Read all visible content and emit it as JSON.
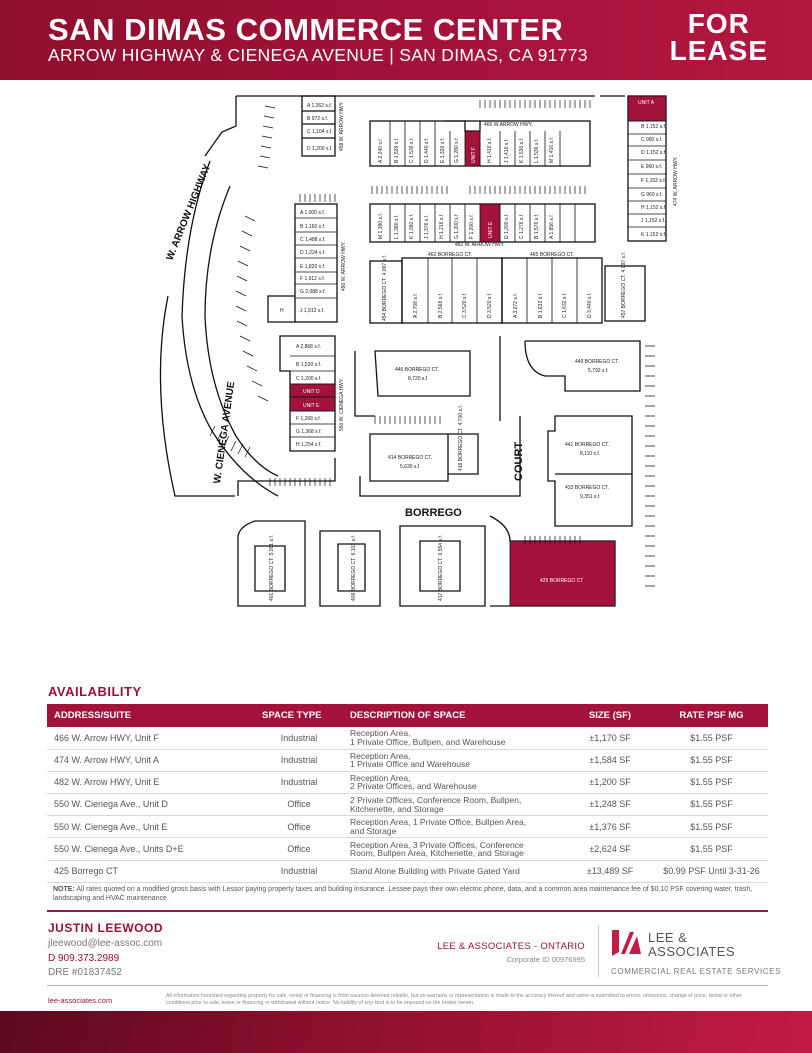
{
  "header": {
    "title": "SAN DIMAS COMMERCE CENTER",
    "subtitle": "ARROW HIGHWAY & CIENEGA AVENUE  | SAN DIMAS, CA 91773",
    "for_label": "FOR",
    "lease_label": "LEASE"
  },
  "siteplan": {
    "streets": {
      "arrow_highway": "W. ARROW HIGHWAY",
      "cienega_avenue": "W. CIENEGA AVENUE",
      "court": "COURT",
      "borrego": "BORREGO"
    },
    "highlight_color": "#a3123a",
    "bldg_466": "466 W.ARROW HWY.",
    "bldg_482": "482 W. ARROW HWY.",
    "bldg_462": "462 BORREGO CT.",
    "bldg_465": "465 BORREGO CT.",
    "bldg_474": "474 W. ARROW HWY.",
    "bldg_458": "458 W. ARROW HWY.",
    "bldg_490": "490 W. ARROW HWY.",
    "bldg_550": "550 W. CIENEGA HWY.",
    "bldg_454": "454 BORREGO CT. 4,097 s.f.",
    "bldg_457": "457 BORREGO CT. 4,097 s.f.",
    "bldg_446": "446 BORREGO CT.",
    "bldg_446_sf": "8,720 s.f.",
    "bldg_449": "449 BORREGO CT.",
    "bldg_449_sf": "5,792 s.f.",
    "bldg_441": "441 BORREGO CT.",
    "bldg_441_sf": "8,110 s.f.",
    "bldg_433": "433 BORREGO CT.",
    "bldg_433_sf": "9,351 s.f.",
    "bldg_414": "414 BORREGO CT.",
    "bldg_414_sf": "5,630 s.f.",
    "bldg_418": "418 BORREGO CT. 4,700 s.f.",
    "bldg_401": "401 BORREGO CT. 5,051 s.f.",
    "bldg_409": "409 BORREGO CT. 6,103 s.f.",
    "bldg_417": "417 BORREGO CT. 6,554 s.f.",
    "bldg_425": "425 BORREGO CT",
    "unit_a": "UNIT A",
    "unit_f": "UNIT F",
    "unit_e": "UNIT E",
    "unit_d": "UNIT D",
    "unit_e2": "UNIT E",
    "b458": [
      "A 1,262 s.f.",
      "B 972 s.f.",
      "C 1,104 s.f.",
      "D 1,200 s.f."
    ],
    "b490": [
      "A 1,000 s.f.",
      "B 1,160 s.f.",
      "C 1,488 s.f.",
      "D 1,224 s.f.",
      "E 1,820 s.f.",
      "F 1,912 s.f.",
      "G 2,088 s.f.",
      "H",
      "J 1,912 s.f."
    ],
    "b550": [
      "A 2,868 s.f.",
      "B 1,530 s.f.",
      "C 1,200 s.f.",
      "F 1,268 s.f.",
      "G 1,368 s.f.",
      "H 1,254 s.f."
    ],
    "b474": [
      "B 1,152 s.f.",
      "C 960 s.f.",
      "D 1,152 s.f.",
      "E 960 s.f.",
      "F 1,152 s.f.",
      "G 960 s.f.",
      "H 1,152 s.f.",
      "J 1,152 s.f.",
      "K 1,152 s.f."
    ],
    "b466": [
      "A 2,240 s.f.",
      "B 1,536 s.f.",
      "C 1,536 s.f.",
      "D 1,440 s.f.",
      "E 1,336 s.f.",
      "G 1,280 s.f.",
      "H 1,416 s.f.",
      "J 1,416 s.f.",
      "K 1,536 s.f.",
      "L 1,536 s.f.",
      "M 1,416 s.f."
    ],
    "b482": [
      "M 1,380 s.f.",
      "L 1,380 s.f.",
      "K 1,380 s.f.",
      "J 1,376 s.f.",
      "H 1,216 s.f.",
      "G 1,200 s.f.",
      "F 1,200 s.f.",
      "D 1,200 s.f.",
      "C 1,276 s.f.",
      "B 1,576 s.f.",
      "A 1,856 s.f."
    ],
    "b462": [
      "A 2,708 s.f.",
      "B 2,568 s.f.",
      "C 3,520 s.f.",
      "D 3,520 s.f."
    ],
    "b465": [
      "A 3,272 s.f.",
      "B 1,632 s.f.",
      "C 1,632 s.f.",
      "D 3,440 s.f."
    ]
  },
  "availability": {
    "title": "AVAILABILITY",
    "columns": [
      "ADDRESS/SUITE",
      "SPACE TYPE",
      "DESCRIPTION OF SPACE",
      "SIZE (SF)",
      "RATE PSF MG"
    ],
    "rows": [
      {
        "address": "466 W. Arrow HWY, Unit F",
        "type": "Industrial",
        "desc1": "Reception Area,",
        "desc2": "1 Private Office, Bullpen, and Warehouse",
        "size": "±1,170 SF",
        "rate": "$1.55 PSF"
      },
      {
        "address": "474 W. Arrow HWY, Unit A",
        "type": "Industrial",
        "desc1": "Reception Area,",
        "desc2": "1 Private Office and Warehouse",
        "size": "±1,584 SF",
        "rate": "$1.55 PSF"
      },
      {
        "address": "482 W. Arrow HWY, Unit E",
        "type": "Industrial",
        "desc1": "Reception Area,",
        "desc2": "2 Private Offices, and Warehouse",
        "size": "±1,200 SF",
        "rate": "$1.55 PSF"
      },
      {
        "address": "550 W. Cienega Ave., Unit D",
        "type": "Office",
        "desc1": "2 Private Offices, Conference Room, Bullpen,",
        "desc2": "Kitchenette, and Storage",
        "size": "±1,248 SF",
        "rate": "$1.55 PSF"
      },
      {
        "address": "550 W. Cienega Ave., Unit E",
        "type": "Office",
        "desc1": "Reception Area, 1 Private Office, Bullpen Area,",
        "desc2": "and Storage",
        "size": "±1,376 SF",
        "rate": "$1.55 PSF"
      },
      {
        "address": "550 W. Cienega Ave., Units D+E",
        "type": "Office",
        "desc1": "Reception Area, 3 Private Offices, Conference",
        "desc2": "Room, Bullpen Area, Kitchenette, and Storage",
        "size": "±2,624 SF",
        "rate": "$1.55 PSF"
      },
      {
        "address": "425 Borrego CT",
        "type": "Industrial",
        "desc1": "Stand Alone Building with Private Gated Yard",
        "desc2": "",
        "size": "±13,489 SF",
        "rate": "$0.99 PSF Until 3-31-26"
      }
    ],
    "note_label": "NOTE:",
    "note": "All rates quoted on a modified gross basis with Lessor paying property taxes and building insurance. Lessee pays their own electric phone, data, and a common area maintenance fee of $0.10 PSF covering water, trash, landscaping and HVAC maintenance."
  },
  "contact": {
    "name": "JUSTIN LEEWOOD",
    "email": "jleewood@lee-assoc.com",
    "phone": "D  909.373.2989",
    "dre": "DRE #01837452",
    "office": "LEE & ASSOCIATES - ONTARIO",
    "corporate_id": "Corporate ID  00976995",
    "logo_line1": "LEE &",
    "logo_line2": "ASSOCIATES",
    "logo_tagline": "COMMERCIAL REAL ESTATE SERVICES",
    "website": "lee-associates.com",
    "disclaimer": "All information furnished regarding property for sale, rental or financing is from sources deemed reliable, but no warranty or representation is made to the accuracy thereof and same is submitted to errors, omissions, change of price, rental or other conditions prior to sale, lease or financing or withdrawal without notice. No liability of any kind is to be imposed on the broker herein."
  },
  "colors": {
    "brand": "#a3123a",
    "brand_dark": "#8e0f2c"
  }
}
